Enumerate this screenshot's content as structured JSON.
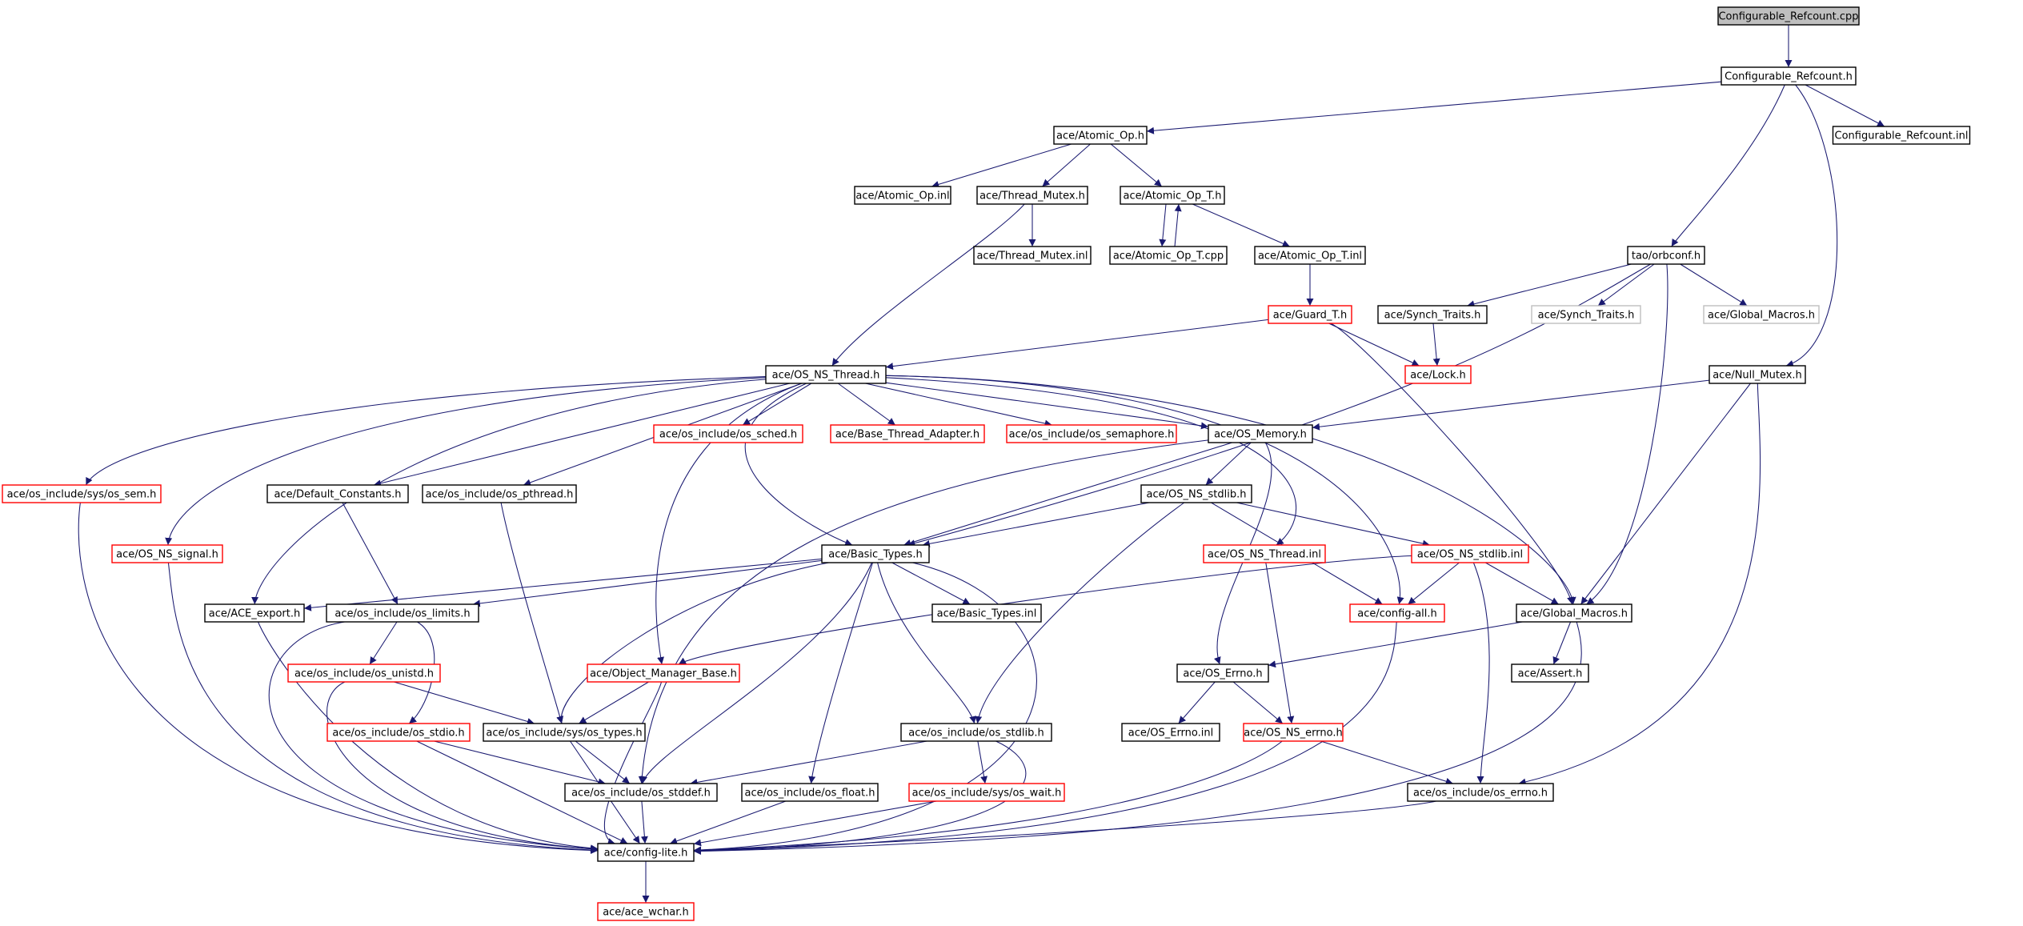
{
  "graph": {
    "colors": {
      "edge": "#191970",
      "normal_border": "#000000",
      "truncated_border": "#ff0000",
      "undocumented_border": "#bfbfbf",
      "root_fill": "#bfbfbf",
      "fill": "#ffffff",
      "text": "#000000"
    },
    "nodes": [
      {
        "id": "root",
        "label": "Configurable_Refcount.cpp",
        "style": "root"
      },
      {
        "id": "cfg_h",
        "label": "Configurable_Refcount.h",
        "style": "normal"
      },
      {
        "id": "cfg_inl",
        "label": "Configurable_Refcount.inl",
        "style": "normal"
      },
      {
        "id": "atomic_op_h",
        "label": "ace/Atomic_Op.h",
        "style": "normal"
      },
      {
        "id": "atomic_op_inl",
        "label": "ace/Atomic_Op.inl",
        "style": "normal"
      },
      {
        "id": "thread_mutex_h",
        "label": "ace/Thread_Mutex.h",
        "style": "normal"
      },
      {
        "id": "atomic_op_t_h",
        "label": "ace/Atomic_Op_T.h",
        "style": "normal"
      },
      {
        "id": "thread_mutex_inl",
        "label": "ace/Thread_Mutex.inl",
        "style": "normal"
      },
      {
        "id": "atomic_op_t_cpp",
        "label": "ace/Atomic_Op_T.cpp",
        "style": "normal"
      },
      {
        "id": "atomic_op_t_inl",
        "label": "ace/Atomic_Op_T.inl",
        "style": "normal"
      },
      {
        "id": "orbconf",
        "label": "tao/orbconf.h",
        "style": "normal"
      },
      {
        "id": "synch_traits_1",
        "label": "ace/Synch_Traits.h",
        "style": "normal"
      },
      {
        "id": "synch_traits_2",
        "label": "ace/Synch_Traits.h",
        "style": "undocumented"
      },
      {
        "id": "global_macros_grey",
        "label": "ace/Global_Macros.h",
        "style": "undocumented"
      },
      {
        "id": "guard_t",
        "label": "ace/Guard_T.h",
        "style": "truncated"
      },
      {
        "id": "lock_h",
        "label": "ace/Lock.h",
        "style": "truncated"
      },
      {
        "id": "os_ns_thread_h",
        "label": "ace/OS_NS_Thread.h",
        "style": "normal"
      },
      {
        "id": "null_mutex",
        "label": "ace/Null_Mutex.h",
        "style": "normal"
      },
      {
        "id": "os_sched",
        "label": "ace/os_include/os_sched.h",
        "style": "truncated"
      },
      {
        "id": "base_thread_adapter",
        "label": "ace/Base_Thread_Adapter.h",
        "style": "truncated"
      },
      {
        "id": "os_semaphore",
        "label": "ace/os_include/os_semaphore.h",
        "style": "truncated"
      },
      {
        "id": "os_memory",
        "label": "ace/OS_Memory.h",
        "style": "normal"
      },
      {
        "id": "os_sem",
        "label": "ace/os_include/sys/os_sem.h",
        "style": "truncated"
      },
      {
        "id": "default_constants",
        "label": "ace/Default_Constants.h",
        "style": "normal"
      },
      {
        "id": "os_pthread",
        "label": "ace/os_include/os_pthread.h",
        "style": "normal"
      },
      {
        "id": "os_ns_stdlib_h",
        "label": "ace/OS_NS_stdlib.h",
        "style": "normal"
      },
      {
        "id": "os_ns_signal",
        "label": "ace/OS_NS_signal.h",
        "style": "truncated"
      },
      {
        "id": "basic_types_h",
        "label": "ace/Basic_Types.h",
        "style": "normal"
      },
      {
        "id": "os_ns_thread_inl",
        "label": "ace/OS_NS_Thread.inl",
        "style": "truncated"
      },
      {
        "id": "os_ns_stdlib_inl",
        "label": "ace/OS_NS_stdlib.inl",
        "style": "truncated"
      },
      {
        "id": "ace_export",
        "label": "ace/ACE_export.h",
        "style": "normal"
      },
      {
        "id": "os_limits",
        "label": "ace/os_include/os_limits.h",
        "style": "normal"
      },
      {
        "id": "basic_types_inl",
        "label": "ace/Basic_Types.inl",
        "style": "normal"
      },
      {
        "id": "config_all",
        "label": "ace/config-all.h",
        "style": "truncated"
      },
      {
        "id": "global_macros",
        "label": "ace/Global_Macros.h",
        "style": "normal"
      },
      {
        "id": "os_unistd",
        "label": "ace/os_include/os_unistd.h",
        "style": "truncated"
      },
      {
        "id": "object_manager_base",
        "label": "ace/Object_Manager_Base.h",
        "style": "truncated"
      },
      {
        "id": "os_errno_h",
        "label": "ace/OS_Errno.h",
        "style": "normal"
      },
      {
        "id": "assert_h",
        "label": "ace/Assert.h",
        "style": "normal"
      },
      {
        "id": "os_stdio",
        "label": "ace/os_include/os_stdio.h",
        "style": "truncated"
      },
      {
        "id": "os_types",
        "label": "ace/os_include/sys/os_types.h",
        "style": "normal"
      },
      {
        "id": "os_stdlib",
        "label": "ace/os_include/os_stdlib.h",
        "style": "normal"
      },
      {
        "id": "os_errno_inl",
        "label": "ace/OS_Errno.inl",
        "style": "normal"
      },
      {
        "id": "os_ns_errno",
        "label": "ace/OS_NS_errno.h",
        "style": "truncated"
      },
      {
        "id": "os_stddef",
        "label": "ace/os_include/os_stddef.h",
        "style": "normal"
      },
      {
        "id": "os_float",
        "label": "ace/os_include/os_float.h",
        "style": "normal"
      },
      {
        "id": "os_wait",
        "label": "ace/os_include/sys/os_wait.h",
        "style": "truncated"
      },
      {
        "id": "os_errno_inc",
        "label": "ace/os_include/os_errno.h",
        "style": "normal"
      },
      {
        "id": "config_lite",
        "label": "ace/config-lite.h",
        "style": "normal"
      },
      {
        "id": "ace_wchar",
        "label": "ace/ace_wchar.h",
        "style": "truncated"
      }
    ],
    "edges": [
      [
        "root",
        "cfg_h"
      ],
      [
        "cfg_h",
        "atomic_op_h"
      ],
      [
        "cfg_h",
        "orbconf"
      ],
      [
        "cfg_h",
        "null_mutex"
      ],
      [
        "cfg_h",
        "cfg_inl"
      ],
      [
        "atomic_op_h",
        "atomic_op_inl"
      ],
      [
        "atomic_op_h",
        "thread_mutex_h"
      ],
      [
        "atomic_op_h",
        "atomic_op_t_h"
      ],
      [
        "thread_mutex_h",
        "thread_mutex_inl"
      ],
      [
        "thread_mutex_h",
        "os_ns_thread_h"
      ],
      [
        "atomic_op_t_h",
        "atomic_op_t_cpp"
      ],
      [
        "atomic_op_t_cpp",
        "atomic_op_t_h"
      ],
      [
        "atomic_op_t_h",
        "atomic_op_t_inl"
      ],
      [
        "atomic_op_t_inl",
        "guard_t"
      ],
      [
        "guard_t",
        "lock_h"
      ],
      [
        "guard_t",
        "os_ns_thread_h"
      ],
      [
        "guard_t",
        "global_macros"
      ],
      [
        "orbconf",
        "synch_traits_1"
      ],
      [
        "orbconf",
        "synch_traits_2"
      ],
      [
        "orbconf",
        "global_macros_grey"
      ],
      [
        "orbconf",
        "basic_types_h"
      ],
      [
        "orbconf",
        "global_macros"
      ],
      [
        "synch_traits_1",
        "lock_h"
      ],
      [
        "null_mutex",
        "os_memory"
      ],
      [
        "null_mutex",
        "global_macros"
      ],
      [
        "null_mutex",
        "os_errno_inc"
      ],
      [
        "os_ns_thread_h",
        "os_sem"
      ],
      [
        "os_ns_thread_h",
        "os_ns_signal"
      ],
      [
        "os_ns_thread_h",
        "ace_export"
      ],
      [
        "os_ns_thread_h",
        "default_constants"
      ],
      [
        "os_ns_thread_h",
        "os_pthread"
      ],
      [
        "os_ns_thread_h",
        "basic_types_h"
      ],
      [
        "os_ns_thread_h",
        "object_manager_base"
      ],
      [
        "os_ns_thread_h",
        "os_sched"
      ],
      [
        "os_ns_thread_h",
        "base_thread_adapter"
      ],
      [
        "os_ns_thread_h",
        "os_semaphore"
      ],
      [
        "os_ns_thread_h",
        "os_memory"
      ],
      [
        "os_ns_thread_h",
        "os_ns_thread_inl"
      ],
      [
        "os_ns_thread_h",
        "config_all"
      ],
      [
        "os_ns_thread_h",
        "global_macros"
      ],
      [
        "os_memory",
        "basic_types_h"
      ],
      [
        "os_memory",
        "os_ns_stdlib_h"
      ],
      [
        "os_memory",
        "os_stddef"
      ],
      [
        "os_memory",
        "os_errno_h"
      ],
      [
        "os_ns_stdlib_h",
        "basic_types_h"
      ],
      [
        "os_ns_stdlib_h",
        "os_ns_stdlib_inl"
      ],
      [
        "os_ns_stdlib_h",
        "config_all"
      ],
      [
        "os_ns_stdlib_h",
        "os_stdlib"
      ],
      [
        "os_ns_stdlib_inl",
        "object_manager_base"
      ],
      [
        "os_ns_stdlib_inl",
        "config_all"
      ],
      [
        "os_ns_stdlib_inl",
        "global_macros"
      ],
      [
        "os_ns_stdlib_inl",
        "os_errno_inc"
      ],
      [
        "os_ns_thread_inl",
        "os_ns_errno"
      ],
      [
        "basic_types_h",
        "ace_export"
      ],
      [
        "basic_types_h",
        "os_limits"
      ],
      [
        "basic_types_h",
        "basic_types_inl"
      ],
      [
        "basic_types_h",
        "os_types"
      ],
      [
        "basic_types_h",
        "os_stddef"
      ],
      [
        "basic_types_h",
        "os_float"
      ],
      [
        "basic_types_h",
        "os_stdlib"
      ],
      [
        "basic_types_h",
        "config_lite"
      ],
      [
        "default_constants",
        "os_limits"
      ],
      [
        "os_pthread",
        "os_types"
      ],
      [
        "os_limits",
        "os_unistd"
      ],
      [
        "os_limits",
        "os_stdio"
      ],
      [
        "os_limits",
        "config_lite"
      ],
      [
        "os_unistd",
        "os_types"
      ],
      [
        "os_unistd",
        "config_lite"
      ],
      [
        "os_stdio",
        "os_stddef"
      ],
      [
        "os_stdio",
        "config_lite"
      ],
      [
        "object_manager_base",
        "os_types"
      ],
      [
        "object_manager_base",
        "config_lite"
      ],
      [
        "os_types",
        "os_stddef"
      ],
      [
        "os_types",
        "config_lite"
      ],
      [
        "os_stdlib",
        "os_stddef"
      ],
      [
        "os_stdlib",
        "os_wait"
      ],
      [
        "os_stdlib",
        "config_lite"
      ],
      [
        "os_stddef",
        "config_lite"
      ],
      [
        "os_float",
        "config_lite"
      ],
      [
        "os_wait",
        "config_lite"
      ],
      [
        "global_macros",
        "os_errno_h"
      ],
      [
        "global_macros",
        "assert_h"
      ],
      [
        "global_macros",
        "config_lite"
      ],
      [
        "os_errno_h",
        "os_errno_inl"
      ],
      [
        "os_errno_h",
        "os_ns_errno"
      ],
      [
        "os_ns_errno",
        "os_errno_inc"
      ],
      [
        "os_ns_errno",
        "config_lite"
      ],
      [
        "os_errno_inc",
        "config_lite"
      ],
      [
        "config_all",
        "config_lite"
      ],
      [
        "ace_export",
        "config_lite"
      ],
      [
        "os_sem",
        "config_lite"
      ],
      [
        "os_ns_signal",
        "config_lite"
      ],
      [
        "config_lite",
        "ace_wchar"
      ]
    ]
  }
}
